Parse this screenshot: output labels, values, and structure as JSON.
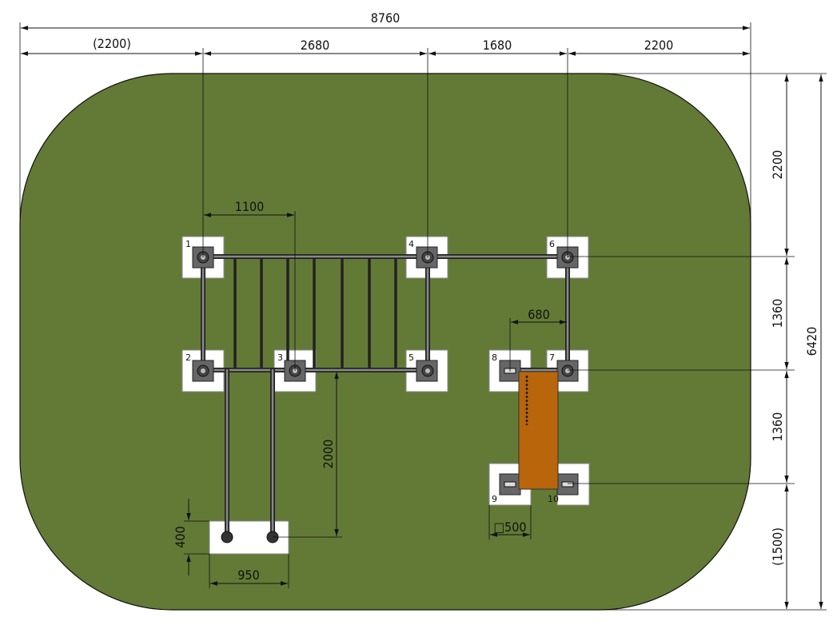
{
  "colors": {
    "ground": "#627a36",
    "footing": "#ffffff",
    "post": "#6b6b6b",
    "bar": "#555555",
    "board": "#b8650c",
    "line": "#111111"
  },
  "dimensions": {
    "total_width": "8760",
    "seg_left": "(2200)",
    "seg_2680": "2680",
    "seg_1680": "1680",
    "seg_right": "2200",
    "inner_1100": "1100",
    "inner_680": "680",
    "height_2000": "2000",
    "height_400": "400",
    "width_950": "950",
    "square_500": "□500",
    "v_2200": "2200",
    "v_1360_a": "1360",
    "v_1360_b": "1360",
    "v_1500": "(1500)",
    "total_height": "6420"
  },
  "footing_labels": [
    "1",
    "2",
    "3",
    "4",
    "5",
    "6",
    "7",
    "8",
    "9",
    "10"
  ]
}
